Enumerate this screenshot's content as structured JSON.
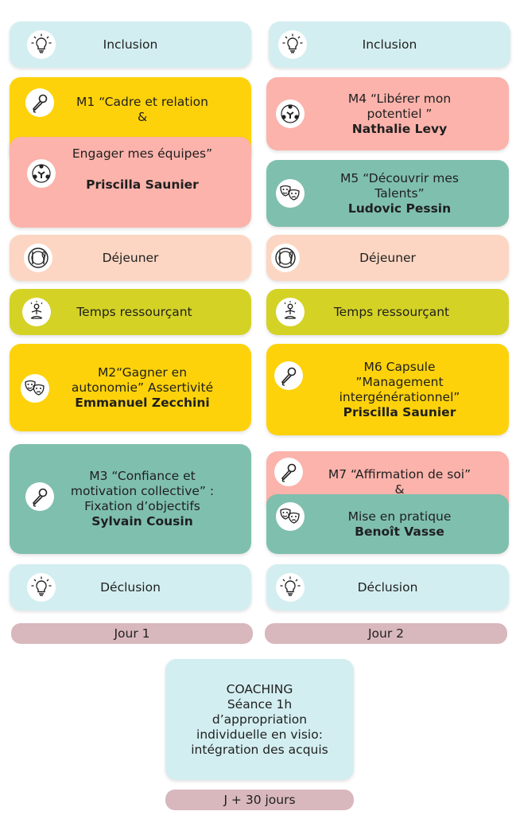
{
  "day1": {
    "inclusion": "Inclusion",
    "m1": {
      "line1": "M1 “Cadre et relation",
      "line2": "&"
    },
    "m1b": {
      "line1": "Engager mes équipes”",
      "name": "Priscilla Saunier"
    },
    "lunch": "Déjeuner",
    "break": "Temps ressourçant",
    "m2": {
      "line1": "M2“Gagner en",
      "line2": "autonomie”  Assertivité",
      "name": "Emmanuel Zecchini"
    },
    "m3": {
      "line1": "M3 “Confiance et",
      "line2": "motivation collective” :",
      "line3": "Fixation d’objectifs",
      "name": "Sylvain Cousin"
    },
    "declusion": "Déclusion",
    "label": "Jour 1"
  },
  "day2": {
    "inclusion": "Inclusion",
    "m4": {
      "line1": "M4 “Libérer mon",
      "line2": "potentiel ”",
      "name": "Nathalie Levy"
    },
    "m5": {
      "line1": "M5 “Découvrir mes",
      "line2": "Talents”",
      "name": "Ludovic Pessin"
    },
    "lunch": "Déjeuner",
    "break": "Temps ressourçant",
    "m6": {
      "line1": "M6 Capsule",
      "line2": "”Management",
      "line3": "intergénérationnel”",
      "name": "Priscilla Saunier"
    },
    "m7": {
      "line1": "M7 “Affirmation de soi”",
      "line2": "&"
    },
    "m7b": {
      "line1": "Mise en pratique",
      "name": "Benoît Vasse"
    },
    "declusion": "Déclusion",
    "label": "Jour 2"
  },
  "coaching": {
    "line1": "COACHING",
    "line2": "Séance 1h",
    "line3": "d’appropriation",
    "line4": "individuelle en visio:",
    "line5": "intégration des acquis",
    "label": "J + 30 jours"
  },
  "colors": {
    "cyan": "#d3eef0",
    "yellow": "#fed20a",
    "pink": "#fbb3ab",
    "teal": "#7fbfae",
    "peach": "#fcd6c2",
    "lime": "#d4d225",
    "mauve": "#d8b8bd"
  }
}
